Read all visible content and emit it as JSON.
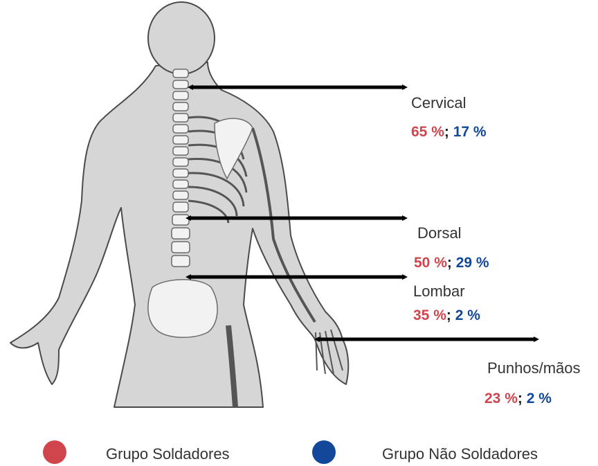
{
  "regions": [
    {
      "id": "cervical",
      "label": "Cervical",
      "soldadores": "65 %",
      "nao_soldadores": "17 %"
    },
    {
      "id": "dorsal",
      "label": "Dorsal",
      "soldadores": "50 %",
      "nao_soldadores": "29 %"
    },
    {
      "id": "lombar",
      "label": "Lombar",
      "soldadores": "35 %",
      "nao_soldadores": "2 %"
    },
    {
      "id": "punhos",
      "label": "Punhos/mãos",
      "soldadores": "23 %",
      "nao_soldadores": "2 %"
    }
  ],
  "separator": ";",
  "legend": {
    "soldadores": {
      "label": "Grupo Soldadores",
      "color": "#d0454c"
    },
    "nao_soldadores": {
      "label": "Grupo Não Soldadores",
      "color": "#12479a"
    }
  },
  "colors": {
    "arrow": "#000000",
    "body_fill": "#d6d6d6",
    "body_stroke": "#4a4a4a",
    "bone": "#f2f2f2"
  }
}
